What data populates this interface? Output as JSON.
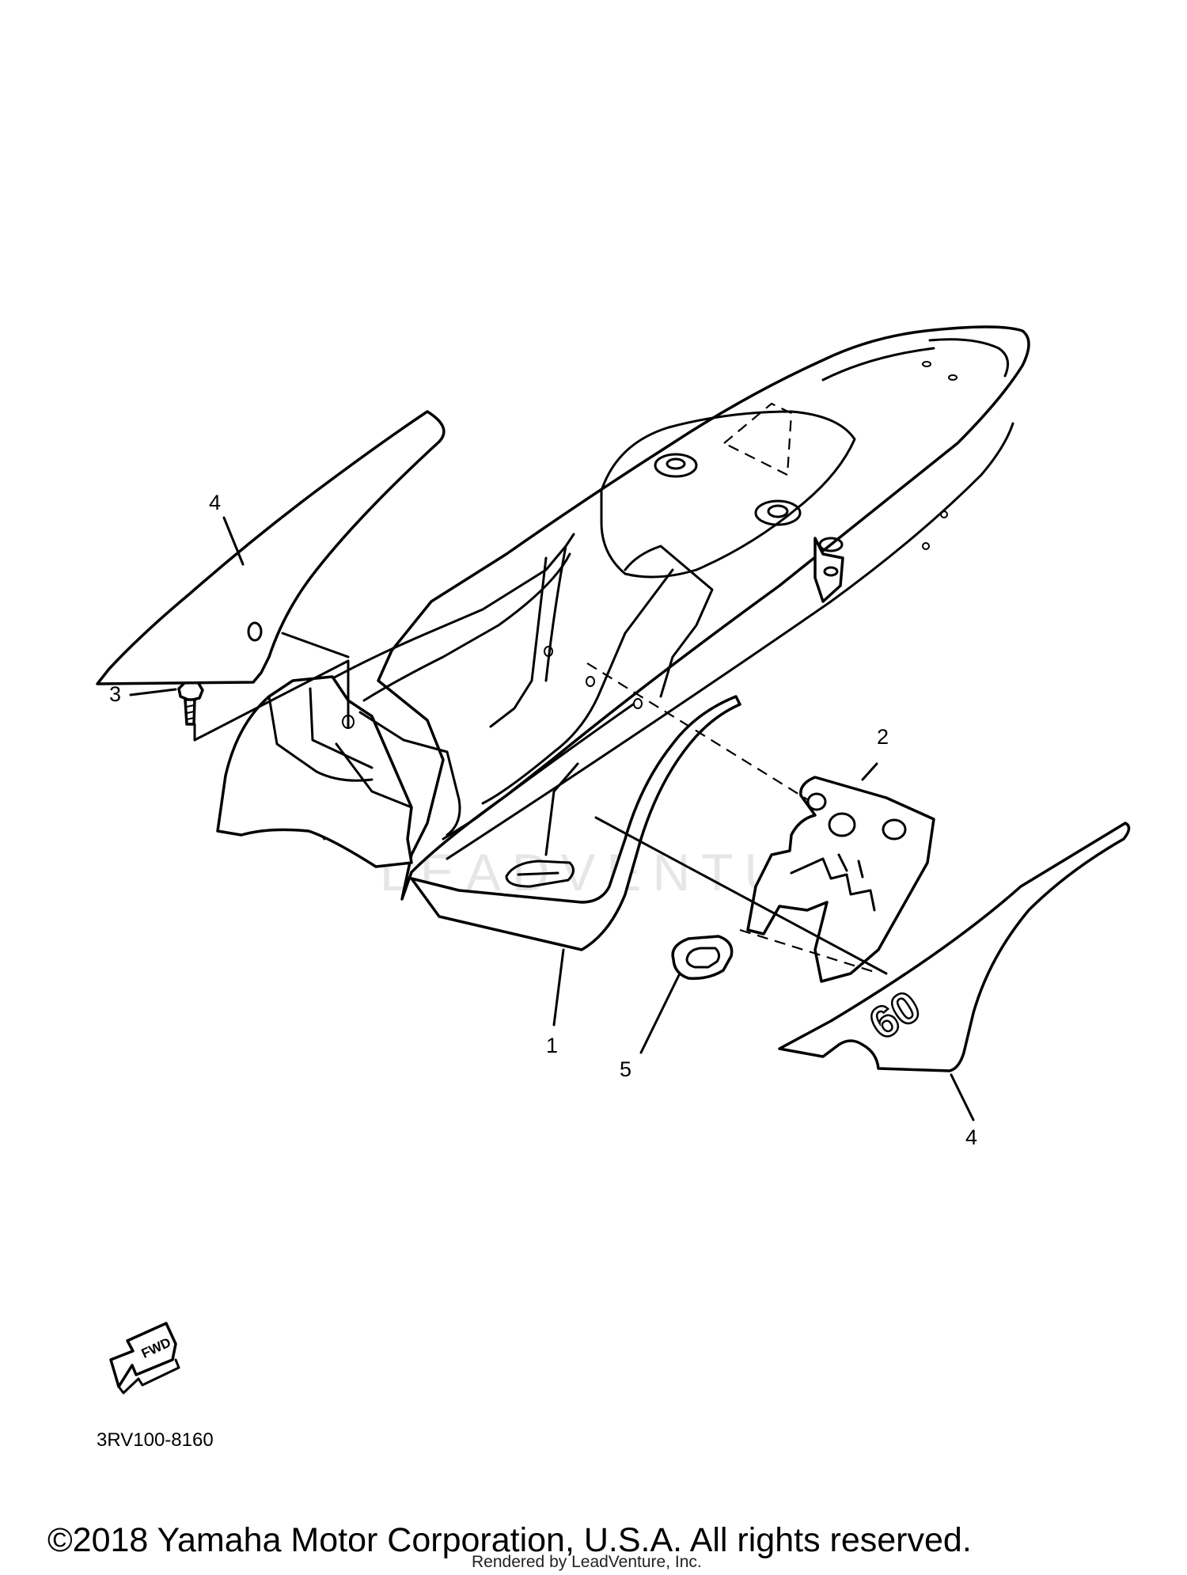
{
  "diagram": {
    "callouts": [
      {
        "id": "callout-4-left",
        "label": "4"
      },
      {
        "id": "callout-3",
        "label": "3"
      },
      {
        "id": "callout-2",
        "label": "2"
      },
      {
        "id": "callout-1",
        "label": "1"
      },
      {
        "id": "callout-5",
        "label": "5"
      },
      {
        "id": "callout-4-right",
        "label": "4"
      }
    ],
    "fwd_label": "FWD",
    "decal_number": "60",
    "watermark": "LEADVENTURE",
    "diagram_code": "3RV100-8160"
  },
  "footer": {
    "copyright": "©2018 Yamaha Motor Corporation, U.S.A. All rights reserved.",
    "rendered_by": "Rendered by LeadVenture, Inc."
  }
}
